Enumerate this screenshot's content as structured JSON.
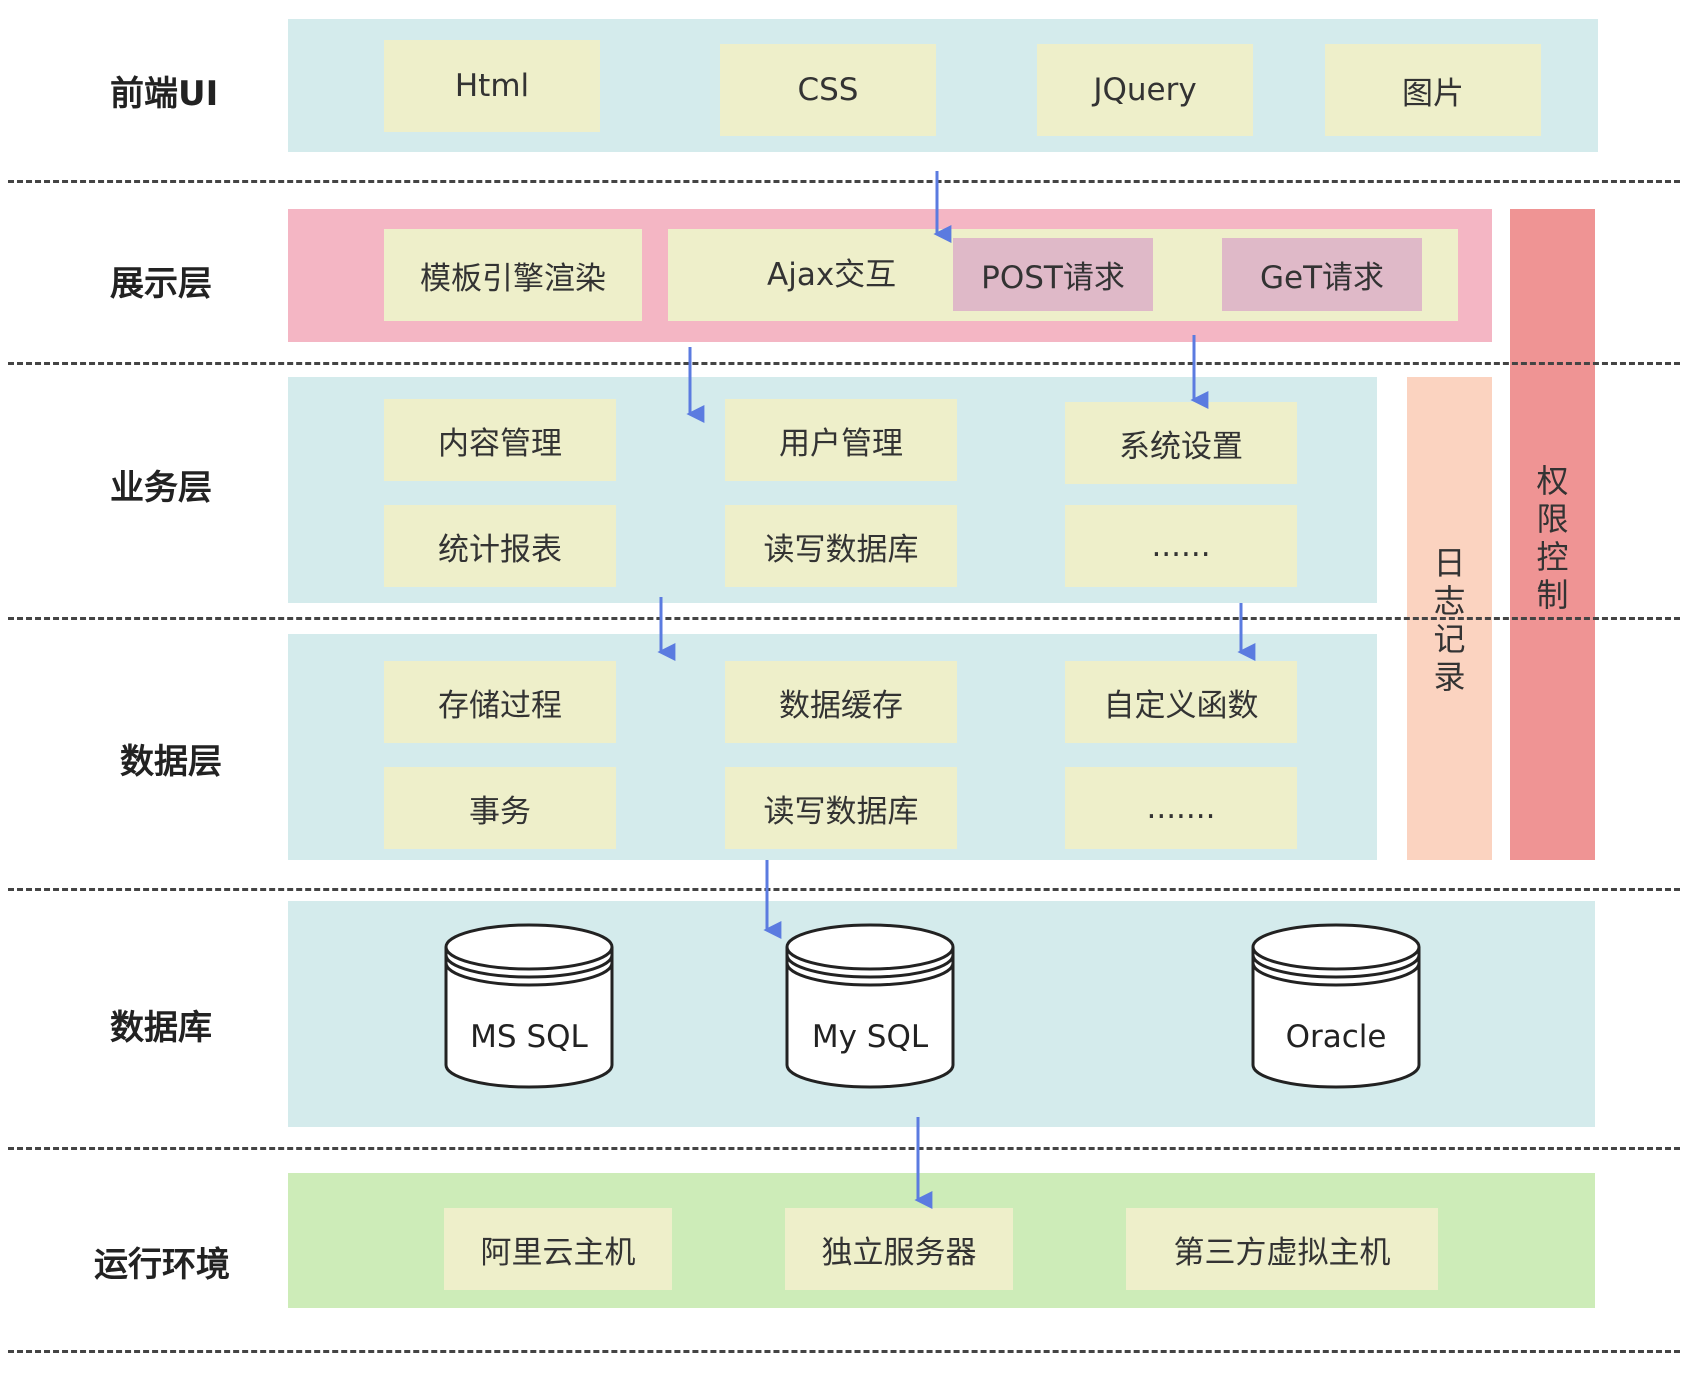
{
  "rows": [
    {
      "key": "frontend",
      "label": "前端UI"
    },
    {
      "key": "display",
      "label": "展示层"
    },
    {
      "key": "business",
      "label": "业务层"
    },
    {
      "key": "data",
      "label": "数据层"
    },
    {
      "key": "database",
      "label": "数据库"
    },
    {
      "key": "runtime",
      "label": "运行环境"
    }
  ],
  "frontend": {
    "items": [
      "Html",
      "CSS",
      "JQuery",
      "图片"
    ]
  },
  "display": {
    "template": "模板引擎渲染",
    "ajax": "Ajax交互",
    "post": "POST请求",
    "get": "GeT请求"
  },
  "business": {
    "items": [
      "内容管理",
      "用户管理",
      "系统设置",
      "统计报表",
      "读写数据库",
      "......"
    ]
  },
  "data": {
    "items": [
      "存储过程",
      "数据缓存",
      "自定义函数",
      "事务",
      "读写数据库",
      "......."
    ]
  },
  "database": {
    "items": [
      "MS SQL",
      "My SQL",
      "Oracle"
    ]
  },
  "runtime": {
    "items": [
      "阿里云主机",
      "独立服务器",
      "第三方虚拟主机"
    ]
  },
  "side": {
    "log": [
      "日",
      "志",
      "记",
      "录"
    ],
    "permission": [
      "权",
      "限",
      "控",
      "制"
    ]
  },
  "colors": {
    "band_blue": "#d4ebec",
    "band_pink": "#f4b6c4",
    "band_green": "#cdecb8",
    "box": "#eeefca",
    "box_pink": "#dfb9c8",
    "log": "#fbd3c0",
    "permission": "#ef9494",
    "arrow": "#5b7be0"
  }
}
